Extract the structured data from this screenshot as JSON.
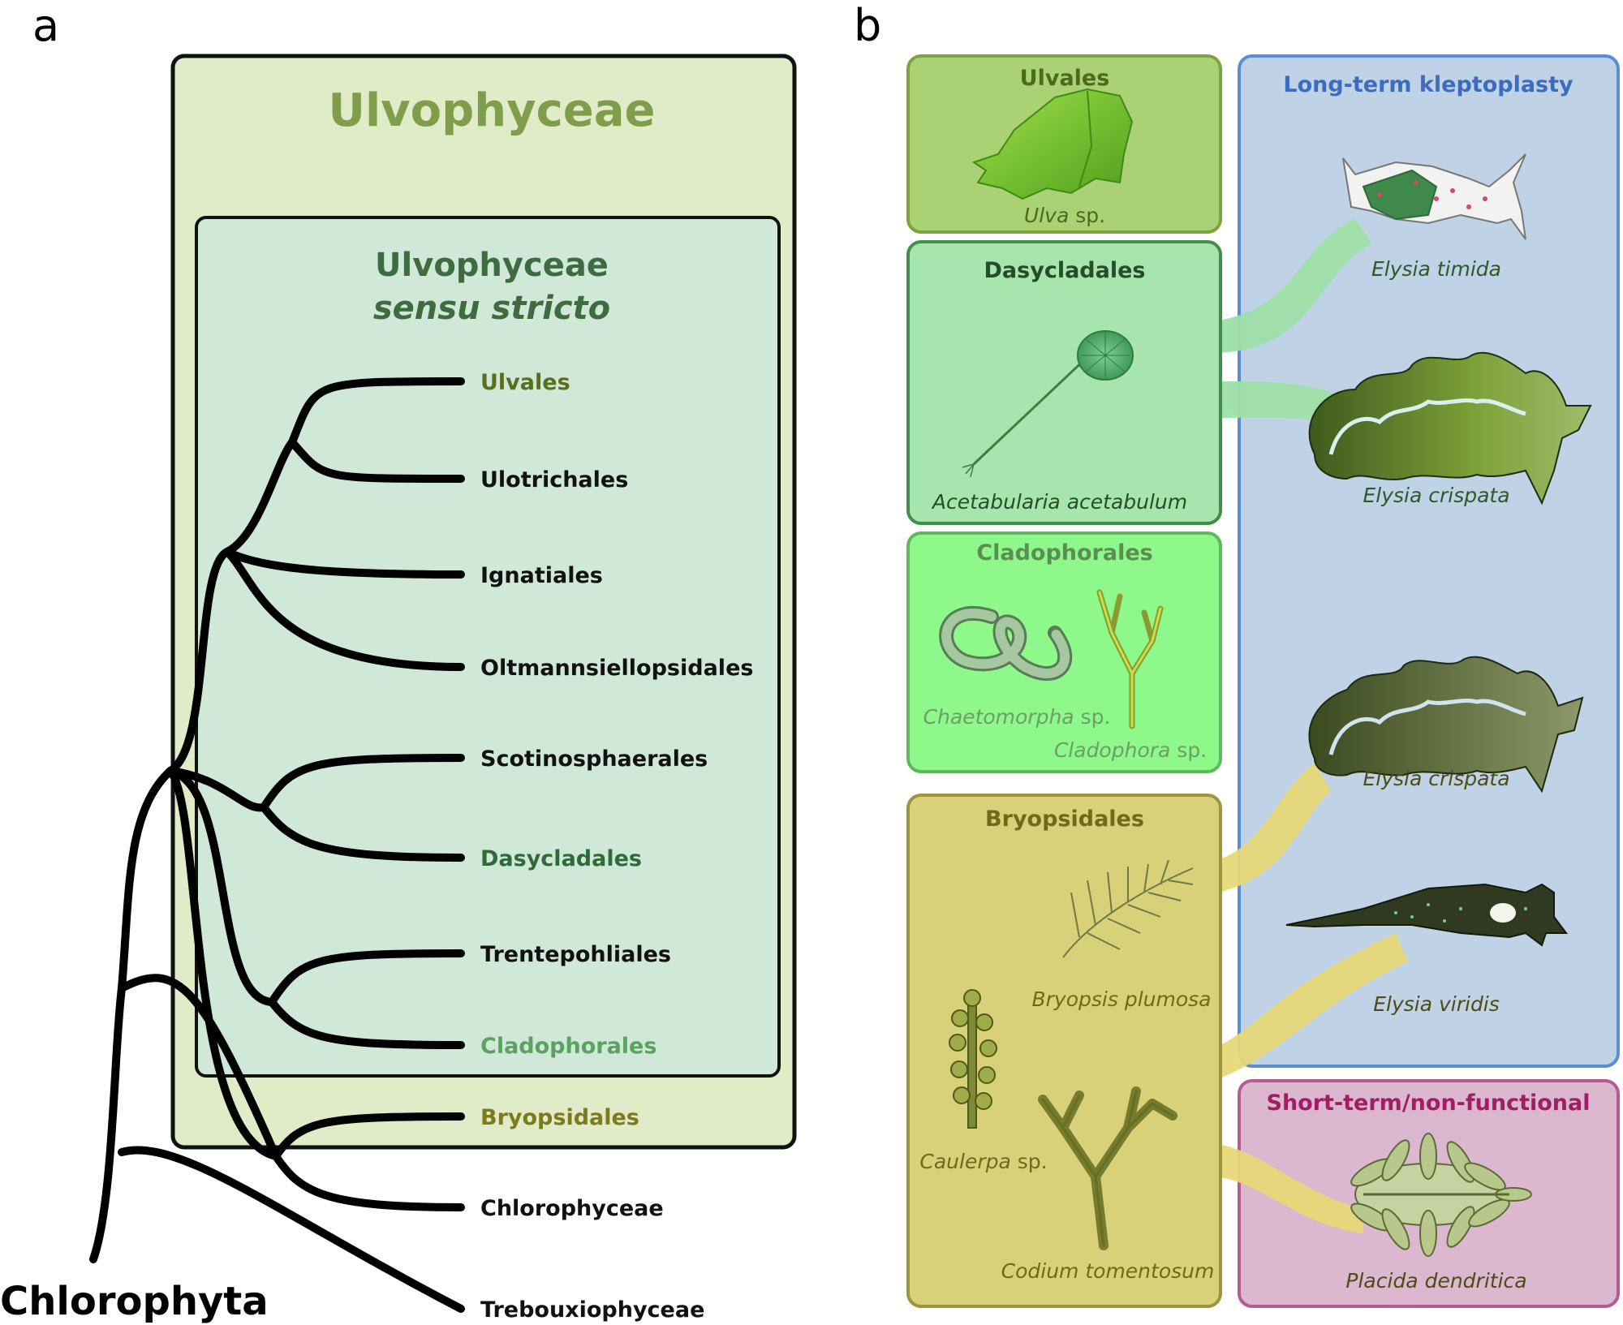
{
  "panel_a": {
    "letter": "a",
    "outer_title": "Ulvophyceae",
    "inner_title_1": "Ulvophyceae",
    "inner_title_2": "sensu stricto",
    "root_label": "Chlorophyta",
    "taxa": [
      {
        "name": "Ulvales",
        "color": "#5a6e1e"
      },
      {
        "name": "Ulotrichales",
        "color": "#111111"
      },
      {
        "name": "Ignatiales",
        "color": "#111111"
      },
      {
        "name": "Oltmannsiellopsidales",
        "color": "#111111"
      },
      {
        "name": "Scotinosphaerales",
        "color": "#111111"
      },
      {
        "name": "Dasycladales",
        "color": "#2f6a37"
      },
      {
        "name": "Trentepohliales",
        "color": "#111111"
      },
      {
        "name": "Cladophorales",
        "color": "#5aa25e"
      },
      {
        "name": "Bryopsidales",
        "color": "#7d7a1c"
      },
      {
        "name": "Chlorophyceae",
        "color": "#111111"
      },
      {
        "name": "Trebouxiophyceae",
        "color": "#111111"
      }
    ],
    "colors": {
      "outer_fill": "#e0ebc8",
      "inner_fill": "#d0e8d8",
      "outer_title": "#7e9e4c",
      "inner_title": "#3e6b3f"
    }
  },
  "panel_b": {
    "letter": "b",
    "algae_groups": {
      "ulvales": {
        "title": "Ulvales",
        "species": [
          {
            "genus": "Ulva",
            "suffix": " sp."
          }
        ]
      },
      "dasycladales": {
        "title": "Dasycladales",
        "species": [
          {
            "genus": "Acetabularia acetabulum",
            "suffix": ""
          }
        ]
      },
      "cladophorales": {
        "title": "Cladophorales",
        "species": [
          {
            "genus": "Chaetomorpha",
            "suffix": " sp."
          },
          {
            "genus": "Cladophora",
            "suffix": " sp."
          }
        ]
      },
      "bryopsidales": {
        "title": "Bryopsidales",
        "species": [
          {
            "genus": "Bryopsis plumosa",
            "suffix": ""
          },
          {
            "genus": "Caulerpa",
            "suffix": " sp."
          },
          {
            "genus": "Codium tomentosum",
            "suffix": ""
          }
        ]
      }
    },
    "kleptoplasty": {
      "long_term_title": "Long-term kleptoplasty",
      "short_term_title": "Short-term/non-functional",
      "slugs": [
        "Elysia timida",
        "Elysia crispata",
        "Elysia crispata",
        "Elysia viridis",
        "Placida dendritica"
      ]
    },
    "colors": {
      "ulvales": "#aad274",
      "dasycladales": "#a6e6ac",
      "cladophorales": "#8ef88a",
      "bryopsidales": "#d9d07a",
      "long_term": "#c0d2e6",
      "short_term": "#dcb8d0",
      "long_term_title": "#3c6cc0",
      "short_term_title": "#a21d63"
    }
  }
}
